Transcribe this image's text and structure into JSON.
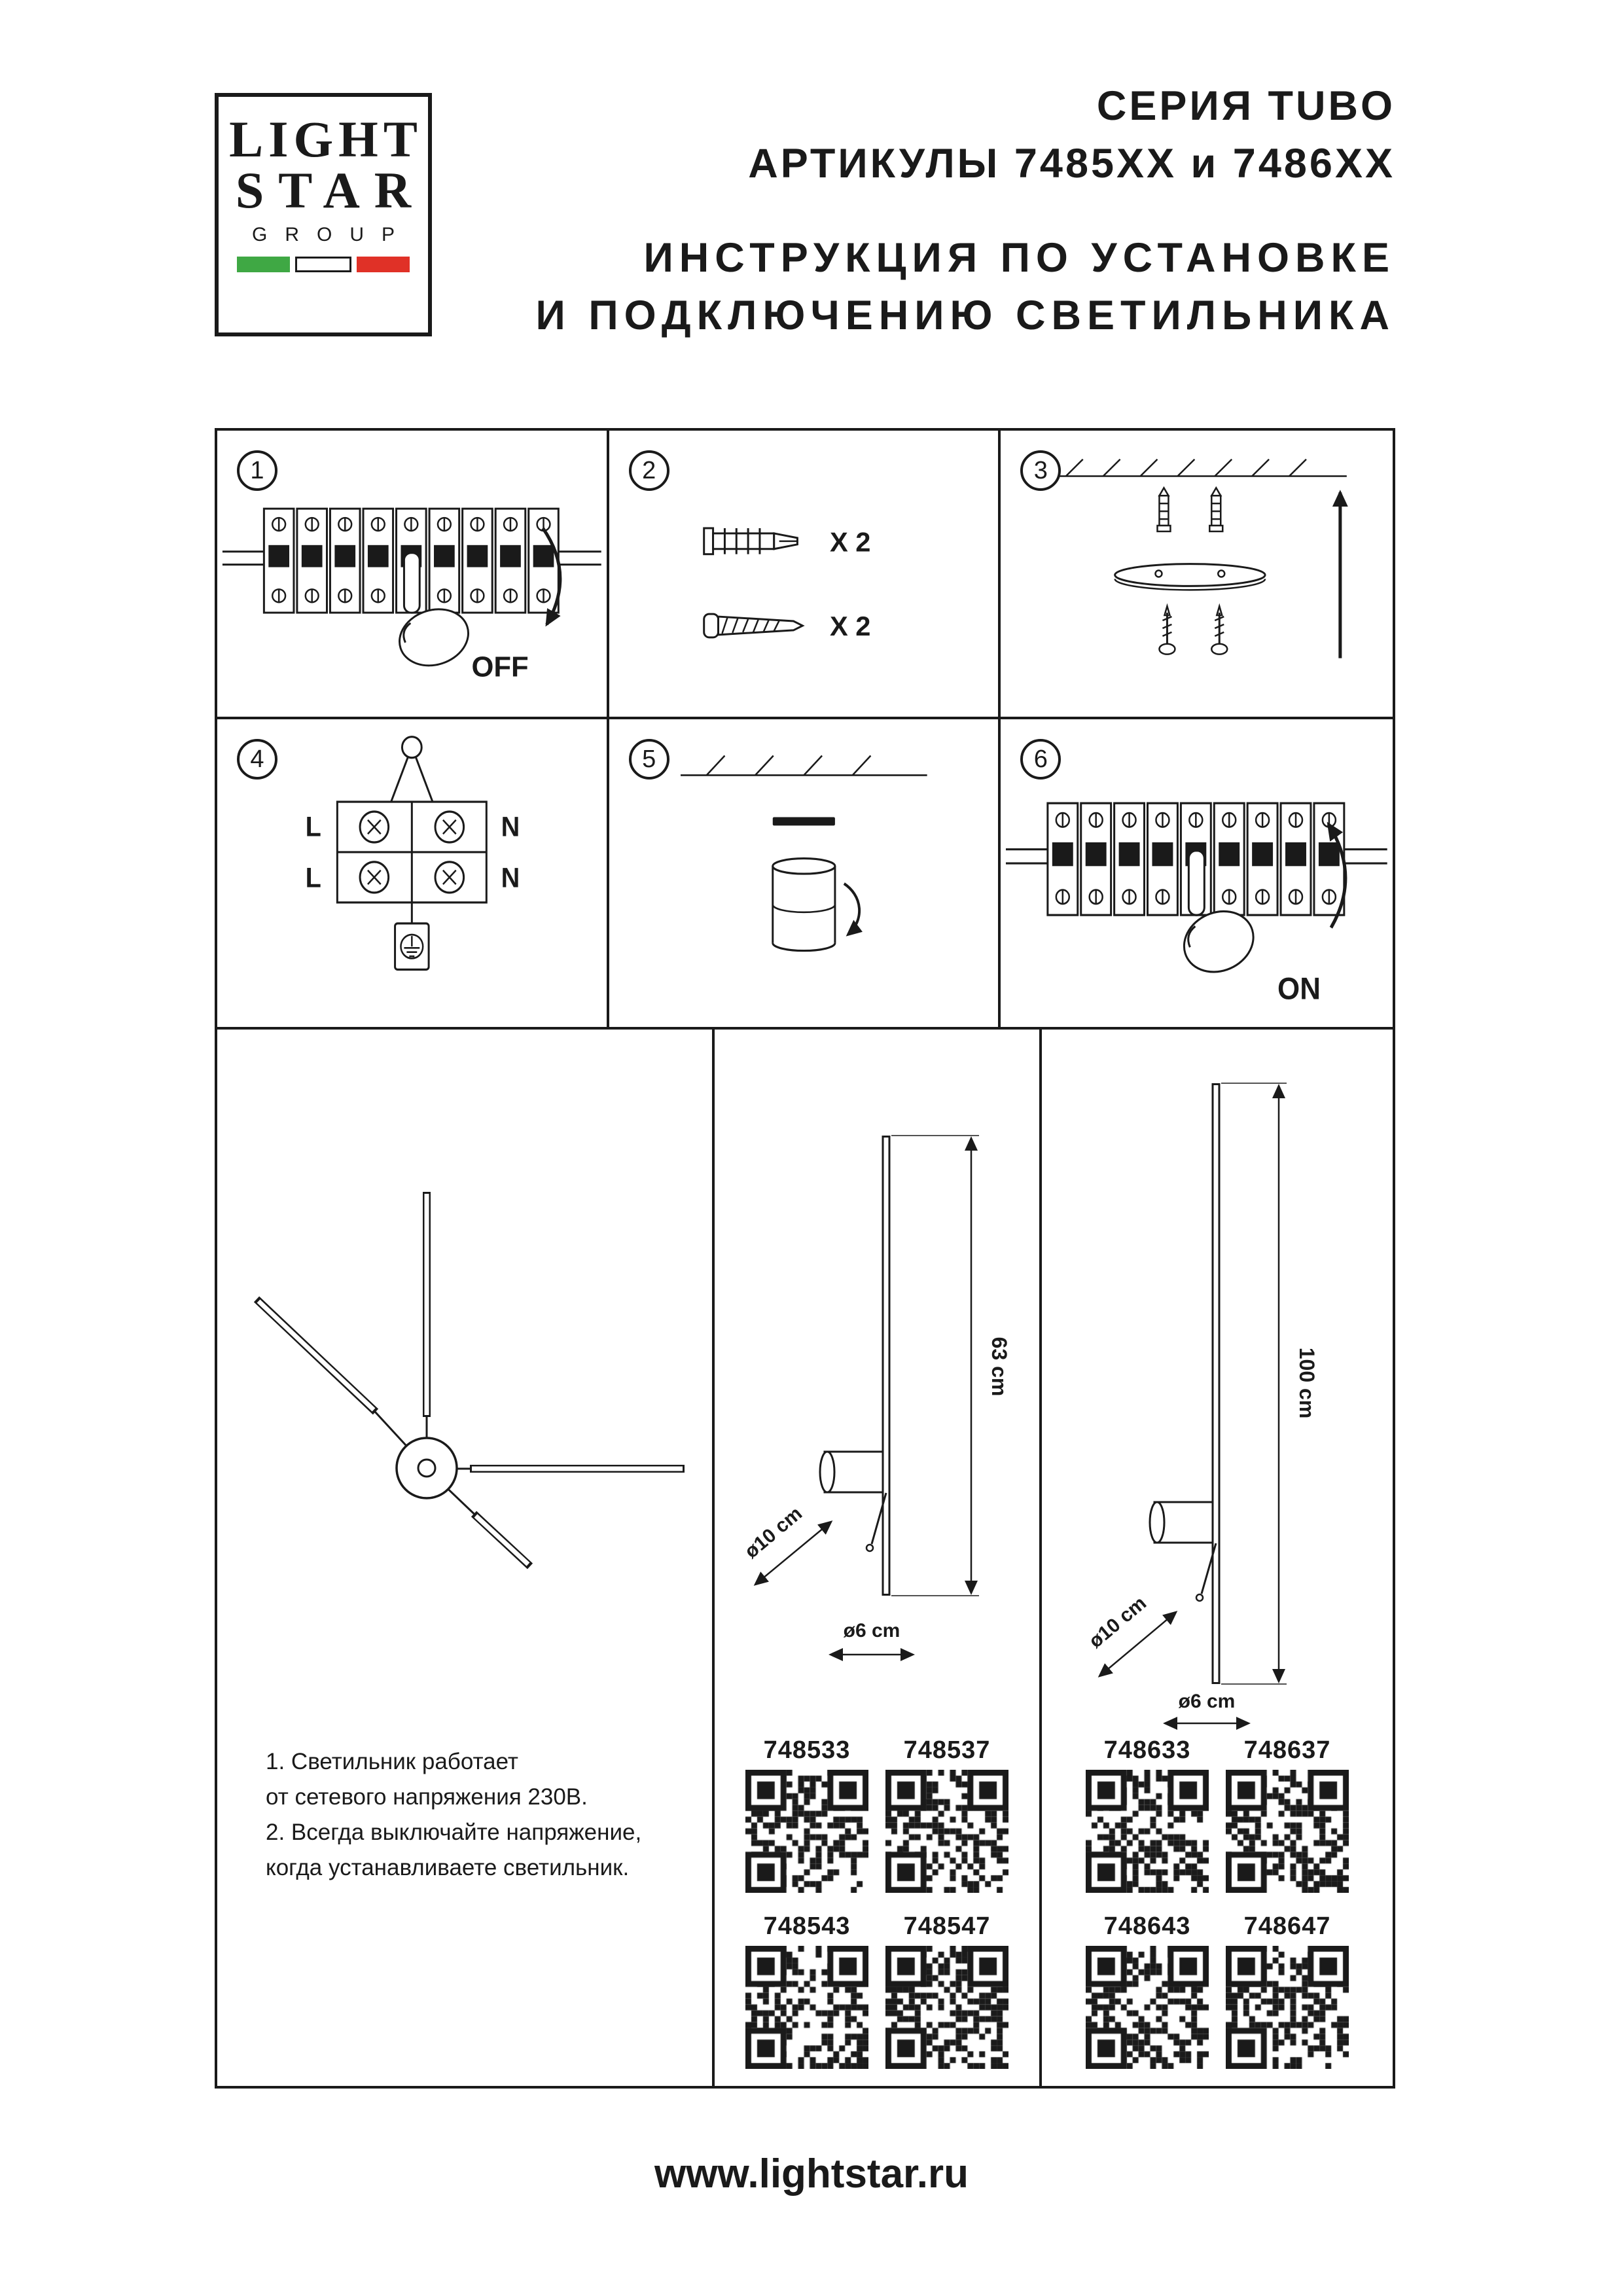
{
  "logo": {
    "word1": "LIGHT",
    "word2": "STAR",
    "word3": "GROUP"
  },
  "colors": {
    "ink": "#1a1a1a",
    "flag_green": "#3fa844",
    "flag_white": "#ffffff",
    "flag_red": "#e03127"
  },
  "header": {
    "series": "СЕРИЯ TUBO",
    "articles": "АРТИКУЛЫ 7485XX и 7486XX",
    "instruction_line1": "ИНСТРУКЦИЯ ПО УСТАНОВКЕ",
    "instruction_line2": "И ПОДКЛЮЧЕНИЮ СВЕТИЛЬНИКА"
  },
  "steps": [
    {
      "number": "1",
      "label": "OFF"
    },
    {
      "number": "2",
      "anchor_qty": "X 2",
      "screw_qty": "X 2"
    },
    {
      "number": "3"
    },
    {
      "number": "4",
      "terminals": {
        "top_left": "L",
        "top_right": "N",
        "bottom_left": "L",
        "bottom_right": "N"
      }
    },
    {
      "number": "5"
    },
    {
      "number": "6",
      "label": "ON"
    }
  ],
  "notes": {
    "lines": [
      "1. Светильник работает",
      "от сетевого напряжения 230В.",
      "2. Всегда выключайте напряжение,",
      "когда устанавливаете светильник."
    ]
  },
  "products": {
    "middle": {
      "height_label": "63 cm",
      "d10_label": "ø10 cm",
      "d6_label": "ø6 cm",
      "articles": [
        "748533",
        "748537",
        "748543",
        "748547"
      ]
    },
    "right": {
      "height_label": "100 cm",
      "d10_label": "ø10 cm",
      "d6_label": "ø6 cm",
      "articles": [
        "748633",
        "748637",
        "748643",
        "748647"
      ]
    }
  },
  "footer": {
    "website": "www.lightstar.ru"
  }
}
